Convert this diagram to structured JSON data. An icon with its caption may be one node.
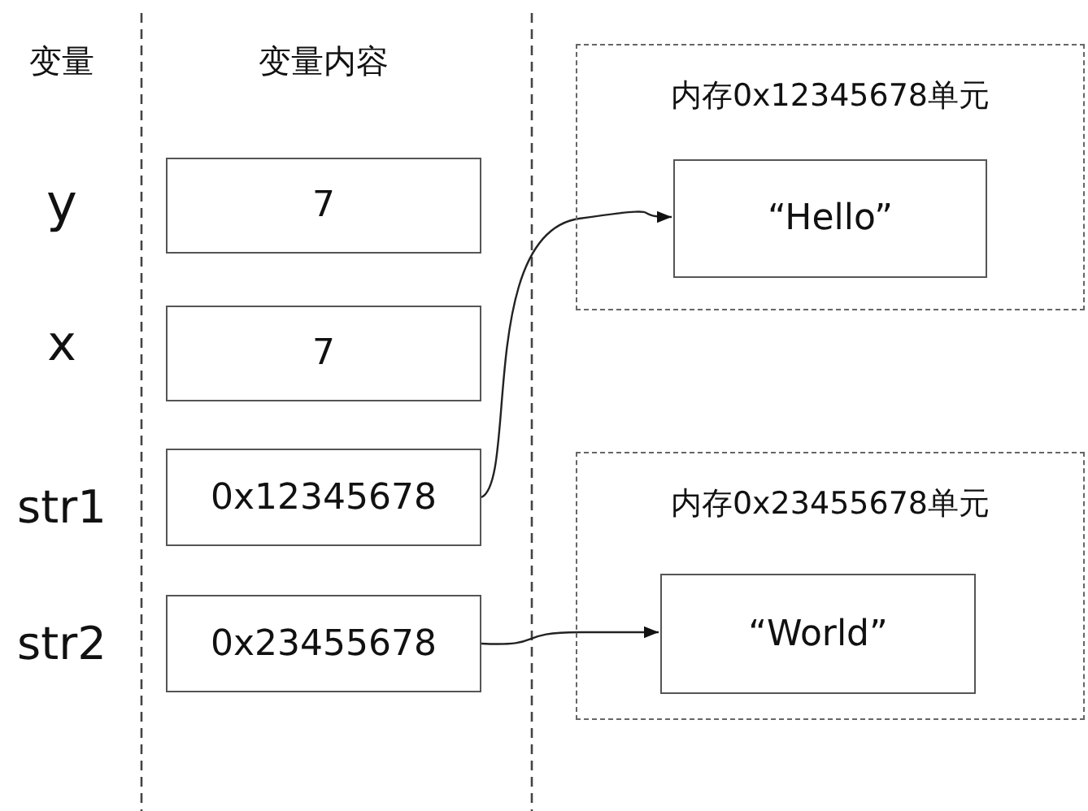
{
  "diagram": {
    "nodes": [
      {
        "text": [
          "7"
        ]
      },
      {
        "text": [
          "7"
        ]
      },
      {
        "text": [
          "0x12345678"
        ]
      },
      {
        "text": [
          "0x23455678"
        ]
      },
      {
        "text": [
          "内存0x12345678单元"
        ]
      },
      {
        "text": [
          "“Hello”"
        ],
        "in": 4
      },
      {
        "text": [
          "内存0x23455678单元"
        ]
      },
      {
        "text": [
          "“World”"
        ],
        "in": 6
      }
    ],
    "edges": [
      {
        "from": 2,
        "to": 5,
        "arrow": "to"
      },
      {
        "from": 3,
        "to": 7,
        "arrow": "to"
      }
    ],
    "labels": [
      "变量",
      "变量内容",
      "y",
      "x",
      "str1",
      "str2"
    ]
  }
}
